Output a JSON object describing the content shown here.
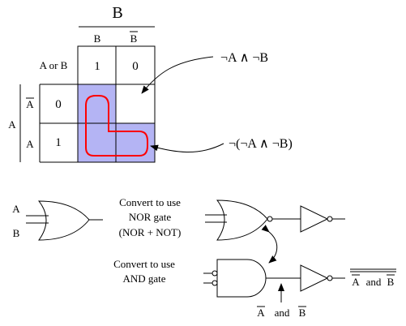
{
  "kmap": {
    "top_label": "B",
    "col_labels": [
      "B",
      "B"
    ],
    "corner_label": "A or B",
    "row_side_label": "A",
    "row_labels": [
      "A",
      "A"
    ],
    "top_row_values": [
      "1",
      "0"
    ],
    "cells": [
      [
        "0",
        ""
      ],
      [
        "1",
        ""
      ]
    ],
    "highlight_color": "#b4b4f4",
    "loop_color": "#ff0000"
  },
  "annotations": {
    "upper": "¬A ∧ ¬B",
    "lower": "¬(¬A ∧ ¬B)"
  },
  "circuit": {
    "input_a": "A",
    "input_b": "B",
    "nor_caption": [
      "Convert to use",
      "NOR gate",
      "(NOR + NOT)"
    ],
    "and_caption": [
      "Convert to use",
      "AND gate"
    ],
    "bottom_inputs": [
      "A",
      "and",
      "B"
    ],
    "output_label": [
      "A",
      "and",
      "B"
    ]
  }
}
